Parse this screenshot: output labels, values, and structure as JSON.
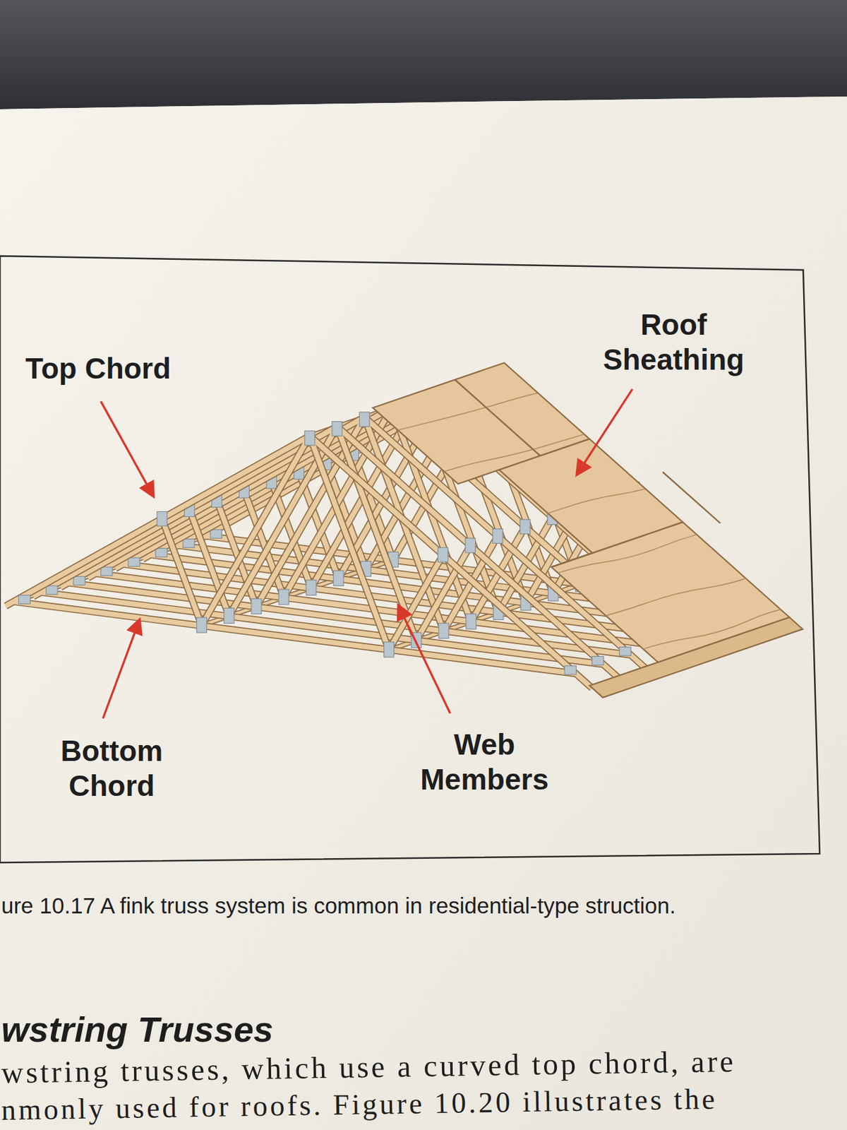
{
  "diagram": {
    "caption": "ure 10.17 A fink truss system is common in residential-type struction.",
    "labels": [
      "Top Chord",
      "Roof Sheathing",
      "Bottom Chord",
      "Web Members",
      "wstring Trusses",
      "wstring trusses, which use a curved top chord, are",
      "nmonly used for roofs. Figure 10.20 illustrates the"
    ]
  }
}
